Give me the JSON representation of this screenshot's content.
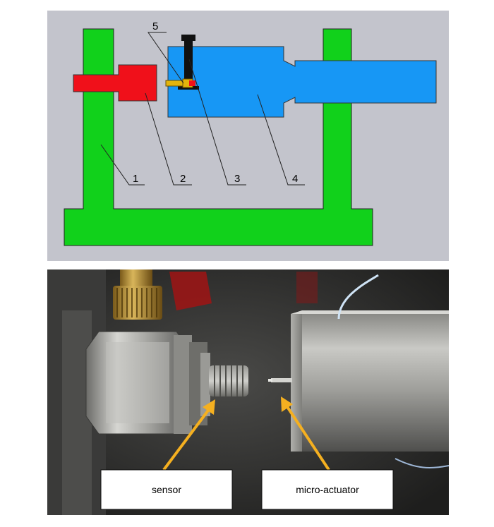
{
  "schematic": {
    "callouts": [
      "1",
      "2",
      "3",
      "4",
      "5"
    ],
    "colors": {
      "background": "#c3c4cc",
      "frame": "#11d11b",
      "sensor": "#f0101a",
      "actuator": "#1797f5",
      "screw": "#111111",
      "tip": "#e3b40c"
    }
  },
  "photo": {
    "labels": {
      "sensor": "sensor",
      "actuator": "micro-actuator"
    },
    "arrow_color": "#f5b020"
  }
}
